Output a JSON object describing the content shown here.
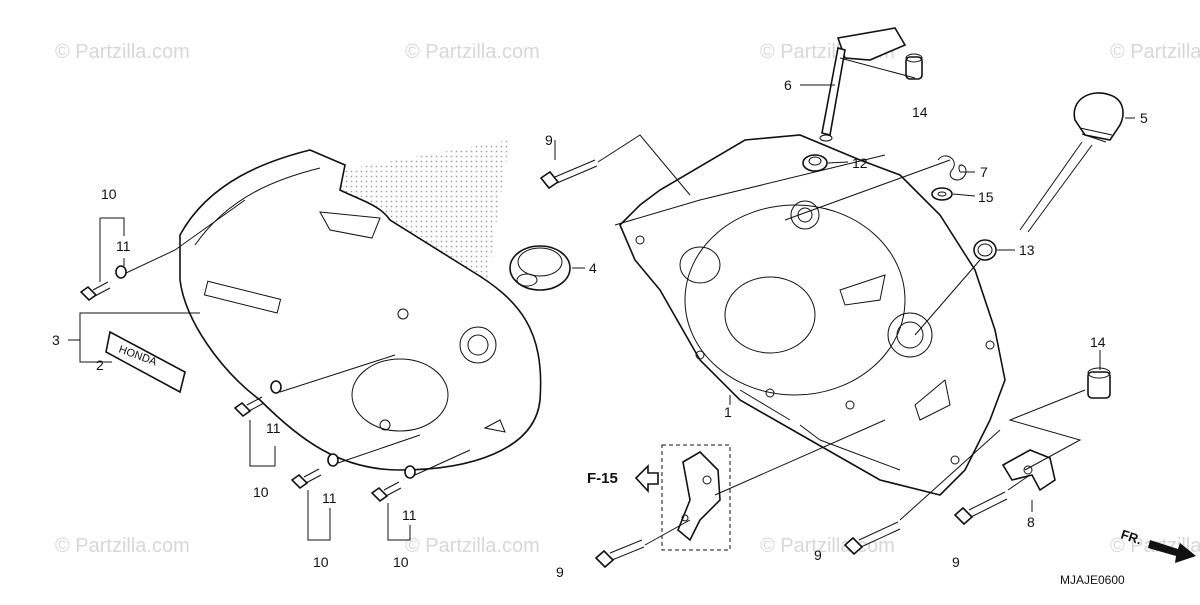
{
  "watermark": {
    "text": "© Partzilla.com"
  },
  "callouts": {
    "c1": "1",
    "c2": "2",
    "c3": "3",
    "c4": "4",
    "c5": "5",
    "c6": "6",
    "c7": "7",
    "c8": "8",
    "c9a": "9",
    "c9b": "9",
    "c9c": "9",
    "c9d": "9",
    "c10a": "10",
    "c10b": "10",
    "c10c": "10",
    "c10d": "10",
    "c11a": "11",
    "c11b": "11",
    "c11c": "11",
    "c11d": "11",
    "c12": "12",
    "c13": "13",
    "c14a": "14",
    "c14b": "14",
    "c15": "15"
  },
  "emblem_text": "HONDA",
  "ref_label": "F-15",
  "direction_label": "FR.",
  "diagram_code": "MJAJE0600"
}
